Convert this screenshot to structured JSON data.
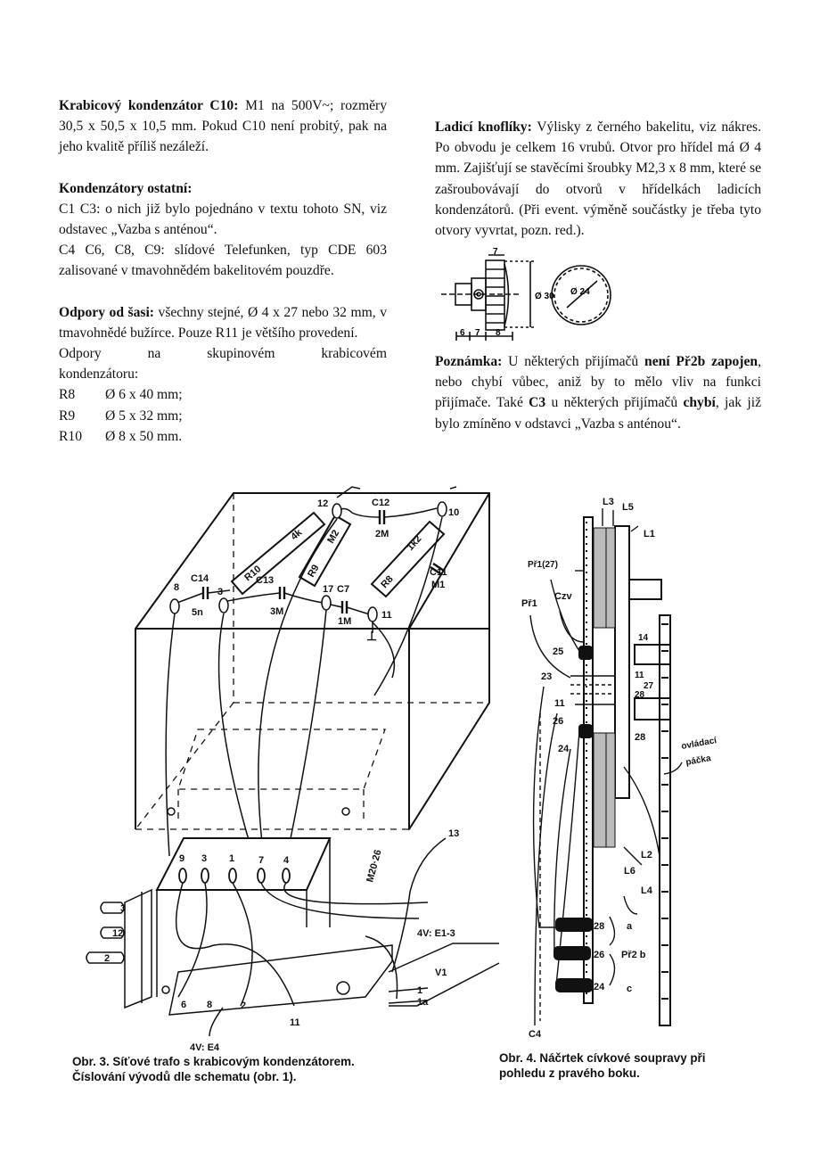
{
  "left": {
    "c10_title": "Krabicový kondenzátor C10:",
    "c10_text": " M1 na 500V~; rozměry 30,5 x 50,5 x 10,5 mm. Pokud C10 není probitý, pak na jeho kvalitě příliš nezáleží.",
    "others_title": "Kondenzátory ostatní:",
    "c1_text": "C1    C3: o nich již bylo pojednáno v textu tohoto SN, viz odstavec „Vazba s anténou“.",
    "c4_text": "C4    C6, C8, C9: slídové Telefunken, typ CDE 603 zalisované v tmavohnědém bakelitovém pouzdře.",
    "resist_title": "Odpory od šasi:",
    "resist_text": " všechny stejné, Ø 4 x 27 nebo 32 mm, v tmavohnědé bužírce. Pouze R11 je většího provedení.",
    "group_words": [
      "Odpory",
      "na",
      "skupinovém",
      "krabicovém"
    ],
    "group_last": "kondenzátoru:",
    "list": [
      {
        "name": "R8",
        "value": "Ø 6 x 40 mm;"
      },
      {
        "name": "R9",
        "value": "Ø 5 x 32 mm;"
      },
      {
        "name": "R10",
        "value": "Ø 8 x 50 mm."
      }
    ]
  },
  "right": {
    "knobs_title": "Ladicí knoflíky:",
    "knobs_text": " Výlisky z černého bakelitu, viz nákres. Po obvodu je celkem 16 vrubů. Otvor pro hřídel má Ø 4 mm. Zajišťují se stavěcími šroubky M2,3 x 8 mm, které se zašroubovávají do otvorů v hřídelkách ladicích kondenzátorů. (Při event. výměně součástky je třeba tyto otvory vyvrtat, pozn. red.).",
    "note_title": "Poznámka:",
    "note_1": " U některých přijímačů ",
    "note_b1": "není Př2b zapojen",
    "note_2": ", nebo chybí vůbec, aniž by to mělo vliv na funkci přijímače. Také ",
    "note_b2": "C3",
    "note_3": " u některých přijímačů ",
    "note_b3": "chybí",
    "note_4": ", jak již bylo zmíněno v odstavci „Vazba s anténou“."
  },
  "knob_drawing": {
    "labels": [
      "7",
      "Ø 30",
      "Ø 24",
      "6",
      "7",
      "8"
    ]
  },
  "figure3": {
    "caption_1": "Obr. 3. Síťové trafo s krabicovým kondenzátorem.",
    "caption_2": "Číslování vývodů dle schematu (obr. 1).",
    "labels": {
      "t12": "12",
      "c12": "C12",
      "t10": "10",
      "c12v": "2M",
      "r_4k": "4k",
      "r_m2": "M2",
      "r_1k2": "1k2",
      "c11": "C11",
      "c11v": "M1",
      "c14": "C14",
      "c14v": "5n",
      "c13": "C13",
      "c13v": "3M",
      "r10": "R10",
      "r9": "R9",
      "r8": "R8",
      "t17": "17",
      "c7": "C7",
      "c7v": "1M",
      "t11": "11",
      "t8": "8",
      "t3": "3",
      "gnd": "⊥",
      "t9": "9",
      "t3b": "3",
      "t1": "1",
      "t7": "7",
      "t4": "4",
      "t13": "13",
      "m20": "M20·26",
      "e13": "4V: E1-3",
      "s3": "3",
      "s12": "12",
      "s2": "2",
      "b6": "6",
      "b8": "8",
      "b2": "2",
      "b11": "11",
      "e4": "4V: E4",
      "v1": "V1",
      "v1_1": "1",
      "v1_1a": "1a"
    }
  },
  "figure4": {
    "caption_1": "Obr. 4. Náčrtek cívkové soupravy při",
    "caption_2": "pohledu z pravého boku.",
    "labels": {
      "l3": "L3",
      "l5": "L5",
      "l1": "L1",
      "pr1_27": "Př1(27)",
      "pr1": "Př1",
      "czv": "Czv",
      "n25": "25",
      "n23": "23",
      "n14": "14",
      "n11": "11",
      "n27": "27",
      "n28": "28",
      "n11b": "11",
      "n26": "26",
      "n24": "24",
      "n28b": "28",
      "ovl": "ovládací",
      "packa": "páčka",
      "l2": "L2",
      "l6": "L6",
      "l4": "L4",
      "p28": "28",
      "p26": "26",
      "p24": "24",
      "pr2b": "Př2 b",
      "pa": "a",
      "pc": "c",
      "c4": "C4"
    }
  }
}
